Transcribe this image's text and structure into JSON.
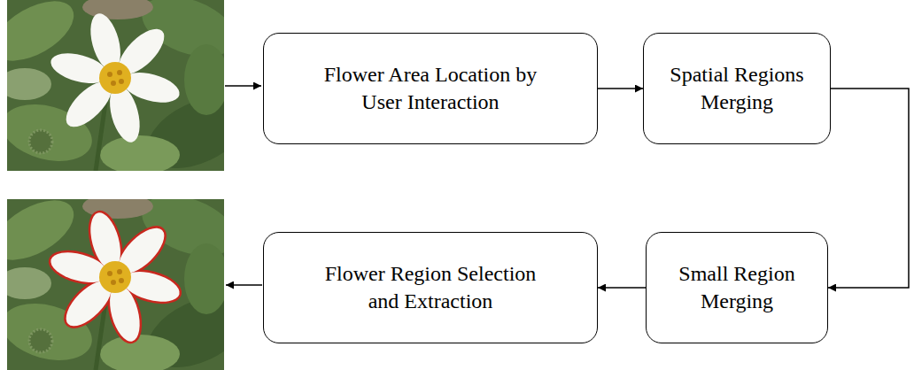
{
  "diagram": {
    "nodes": [
      {
        "text": [
          "Flower Area Location by User Interaction"
        ]
      },
      {
        "text": [
          "Spatial Regions Merging"
        ]
      },
      {
        "text": [
          "Flower Region Selection and Extraction"
        ]
      },
      {
        "text": [
          "Small Region Merging"
        ]
      }
    ],
    "edges": [
      {
        "from": 0,
        "to": 1,
        "arrow": "to"
      },
      {
        "from": 1,
        "to": 3,
        "arrow": "to"
      },
      {
        "from": 3,
        "to": 2,
        "arrow": "to"
      }
    ]
  }
}
